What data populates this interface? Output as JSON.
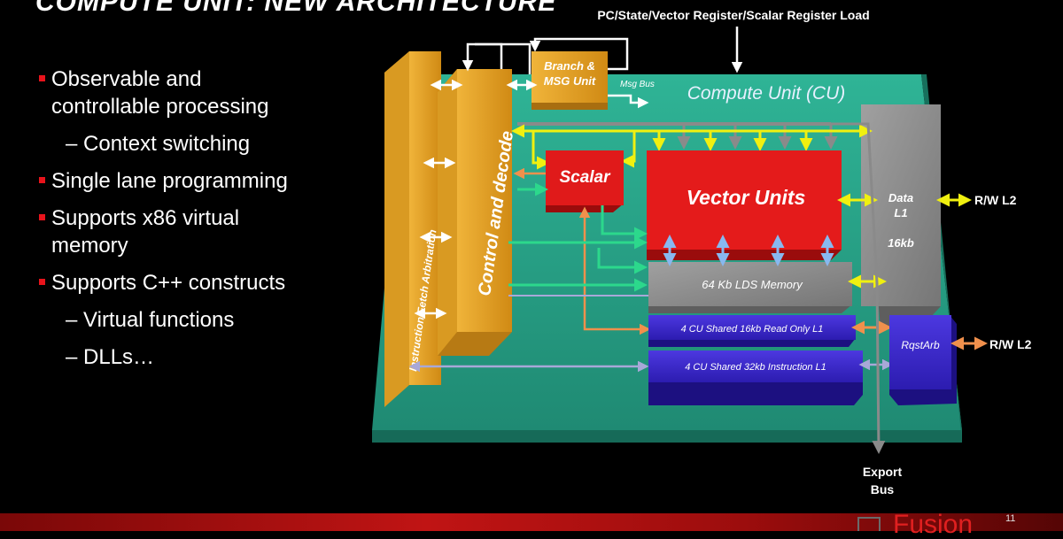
{
  "slide": {
    "title": "COMPUTE UNIT: NEW ARCHITECTURE",
    "bullets": [
      {
        "text": "Observable and controllable processing",
        "level": 1,
        "lines": [
          "Observable and",
          "controllable processing"
        ]
      },
      {
        "text": "Context switching",
        "level": 2
      },
      {
        "text": "Single lane programming",
        "level": 1
      },
      {
        "text": "Supports x86 virtual memory",
        "level": 1,
        "lines": [
          "Supports x86 virtual",
          "memory"
        ]
      },
      {
        "text": "Supports C++ constructs",
        "level": 1
      },
      {
        "text": "Virtual functions",
        "level": 2
      },
      {
        "text": "DLLs…",
        "level": 2
      }
    ],
    "sub_dash": "–",
    "brand": {
      "word": "Fusion",
      "superscript": "11"
    }
  },
  "diagram": {
    "top_label": "PC/State/Vector Register/Scalar Register Load",
    "cu_label": "Compute Unit (CU)",
    "blocks": {
      "instruction_fetch": "Instruction Fetch Arbitration",
      "control_decode": "Control and decode",
      "branch_msg": [
        "Branch &",
        "MSG Unit"
      ],
      "msg_bus": "Msg Bus",
      "scalar": "Scalar",
      "vector_units": "Vector Units",
      "data_l1": [
        "Data",
        "L1",
        "16kb"
      ],
      "lds": "64 Kb LDS Memory",
      "ro_l1": "4 CU Shared 16kb Read Only L1",
      "instr_l1": "4 CU Shared 32kb Instruction  L1",
      "rqstarb": "RqstArb"
    },
    "external": {
      "rw_l2_top": "R/W L2",
      "rw_l2_bottom": "R/W L2",
      "export_bus": [
        "Export",
        "Bus"
      ]
    },
    "colors": {
      "cu_plate": "#2aa88d",
      "orange_block": "#e3a020",
      "red_block": "#e01a1a",
      "gray_block": "#8c8c8c",
      "blue_block": "#3c2ad0",
      "yellow_arrow": "#f0f010",
      "white_arrow": "#ffffff",
      "green_arrow": "#2cd88c",
      "orange_arrow": "#f0904c",
      "lightblue_arrow": "#88b8f0",
      "lavender_arrow": "#a8a8d8",
      "gray_arrow": "#8a8a8a"
    }
  }
}
